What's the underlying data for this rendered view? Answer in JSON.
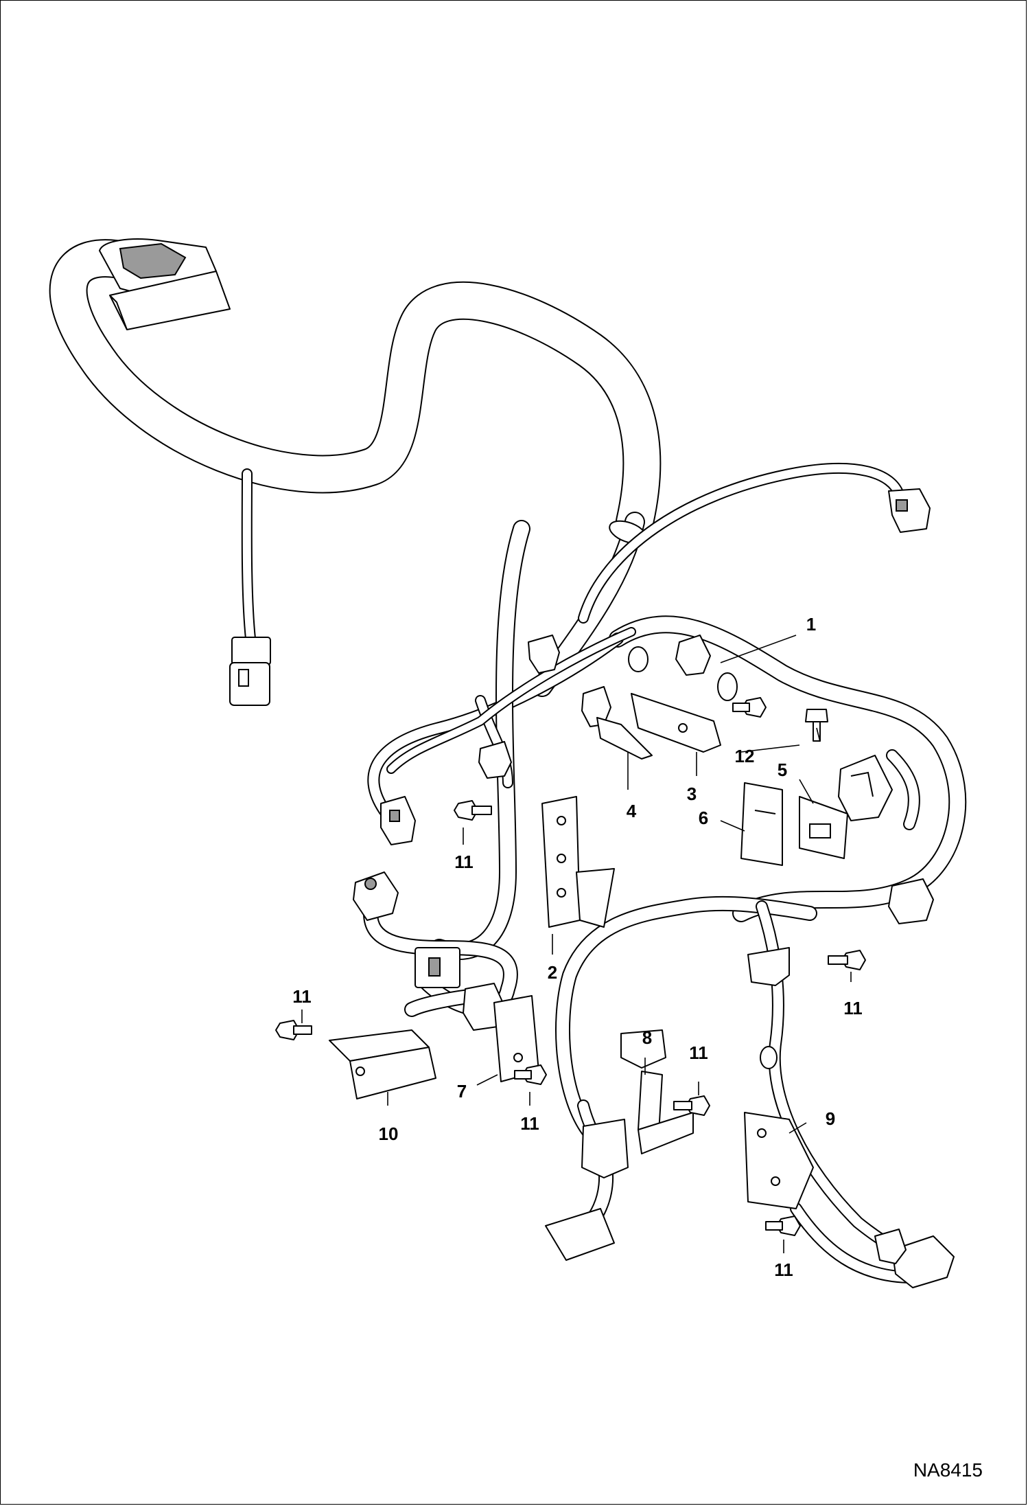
{
  "diagram": {
    "figure_id": "NA8415",
    "callouts": [
      "1",
      "2",
      "3",
      "4",
      "5",
      "6",
      "7",
      "8",
      "9",
      "10",
      "11",
      "12"
    ],
    "fastener_callouts": [
      "11",
      "11",
      "11",
      "11",
      "11",
      "11",
      "11"
    ]
  }
}
